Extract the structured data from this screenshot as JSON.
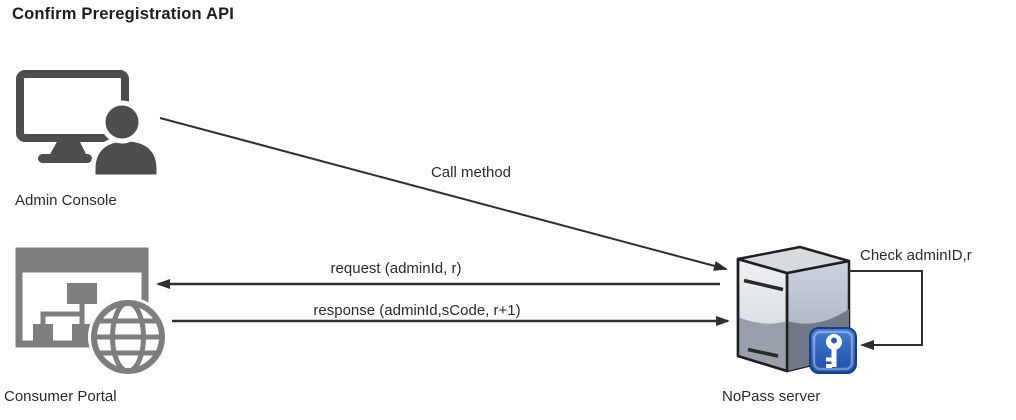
{
  "title": "Confirm Preregistration API",
  "nodes": {
    "admin_console": {
      "label": "Admin Console",
      "icon": "monitor-user-icon"
    },
    "consumer_portal": {
      "label": "Consumer Portal",
      "icon": "browser-sitemap-globe-icon"
    },
    "nopass_server": {
      "label": "NoPass server",
      "icon": "server-key-icon"
    }
  },
  "edges": {
    "call_method": {
      "label": "Call method",
      "from": "Admin Console",
      "to": "NoPass server"
    },
    "request": {
      "label": "request (adminId, r)",
      "from": "NoPass server",
      "to": "Consumer Portal"
    },
    "response": {
      "label": "response (adminId,sCode, r+1)",
      "from": "Consumer Portal",
      "to": "NoPass server"
    },
    "check_admin": {
      "label": "Check adminID,r",
      "from": "NoPass server",
      "to": "NoPass server"
    }
  },
  "colors": {
    "background": "#ffffff",
    "icon_dark_gray": "#4d4d4d",
    "icon_medium_gray": "#7e7e7e",
    "arrow": "#2e2e2e",
    "server_outline": "#1f1f1f",
    "key_badge_blue": "#2b5cb0",
    "text": "#2b2b2b"
  }
}
